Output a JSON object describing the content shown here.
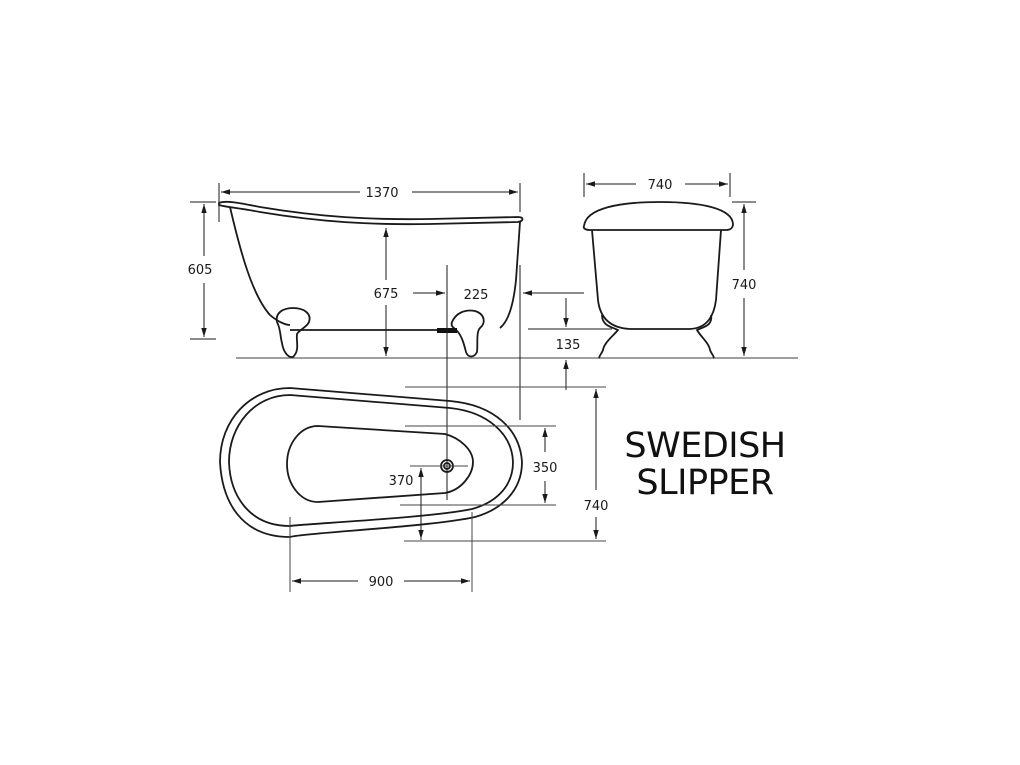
{
  "title": {
    "line1": "SWEDISH",
    "line2": "SLIPPER"
  },
  "views": {
    "side_elevation": {
      "overall_length": "1370",
      "rim_height_end": "605",
      "waste_height": "675",
      "waste_offset": "225"
    },
    "end_elevation": {
      "overall_width": "740",
      "overall_height": "740",
      "foot_clearance": "135"
    },
    "plan_view": {
      "overall_width": "740",
      "inner_basin_width": "350",
      "waste_from_edge": "370",
      "base_length": "900"
    }
  },
  "colors": {
    "line": "#1a1a1a",
    "dim_line": "#555555",
    "background": "#ffffff"
  }
}
